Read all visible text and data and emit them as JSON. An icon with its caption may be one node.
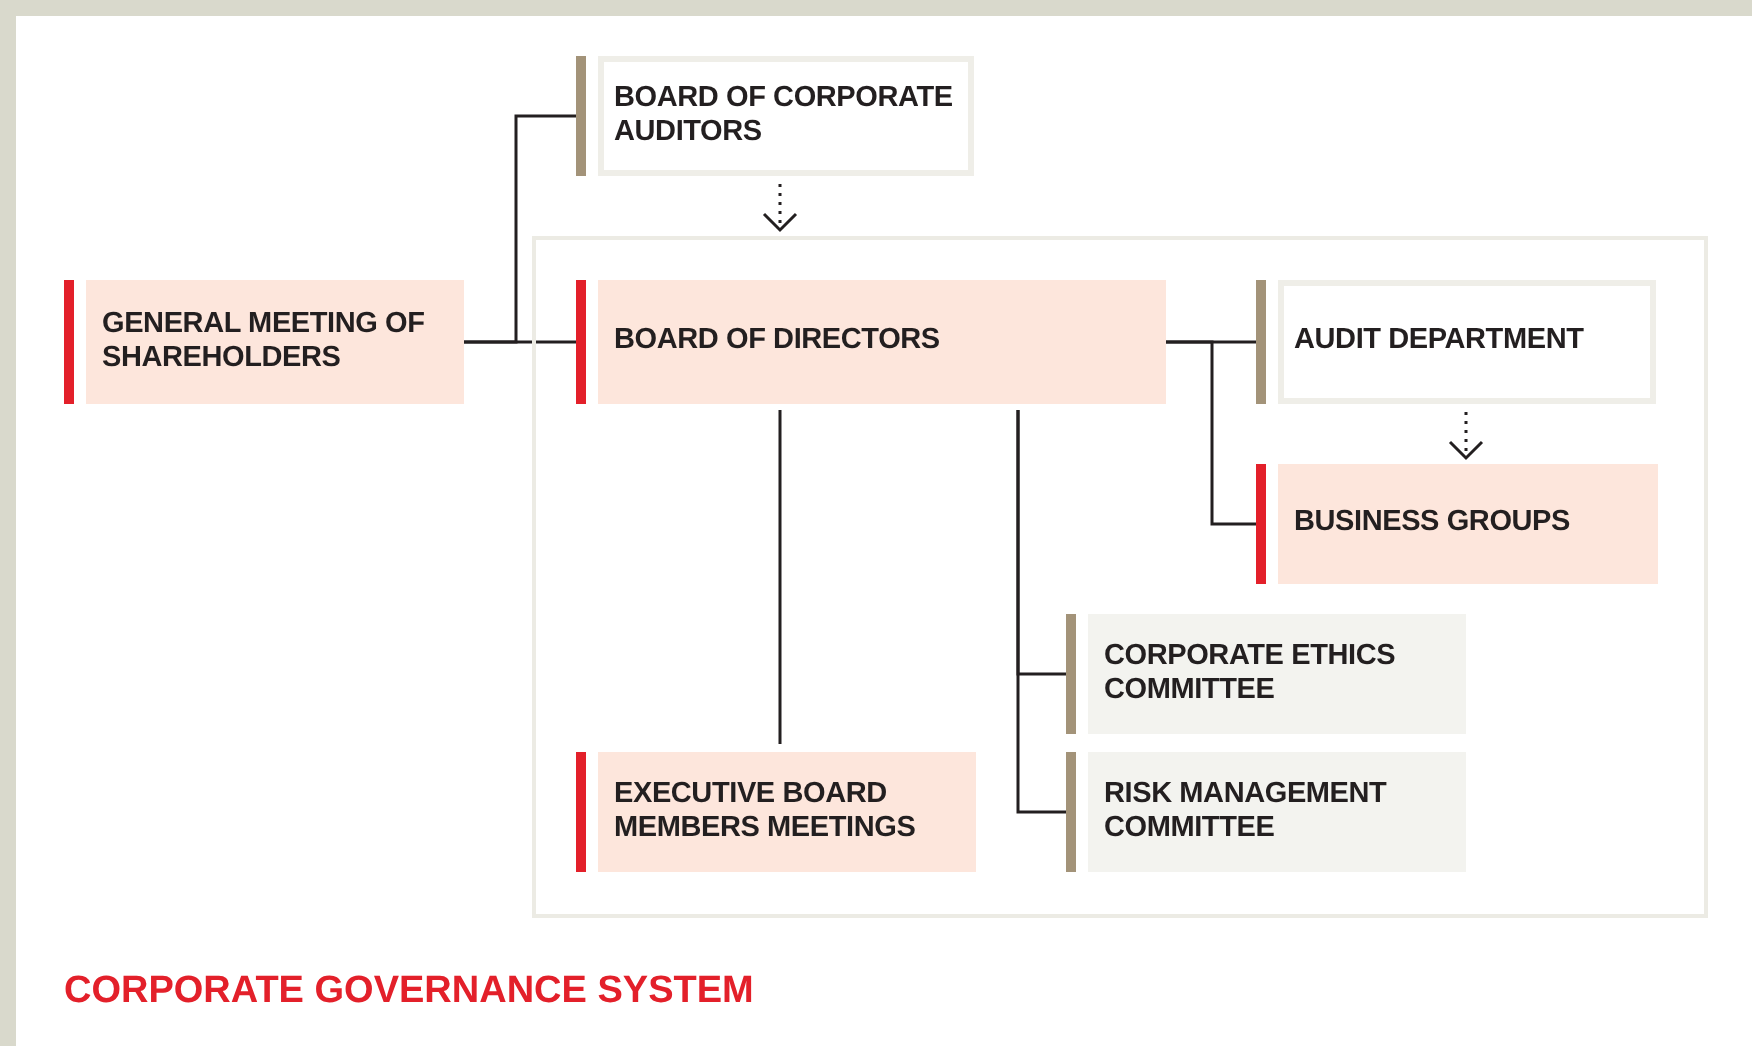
{
  "diagram": {
    "title": "CORPORATE GOVERNANCE SYSTEM",
    "nodes": [
      {
        "text": [
          "GENERAL MEETING OF SHAREHOLDERS"
        ]
      },
      {
        "text": [
          "BOARD OF CORPORATE AUDITORS"
        ]
      },
      {
        "text": [],
        "shape": "box"
      },
      {
        "text": [
          "BOARD OF DIRECTORS"
        ],
        "in": 2
      },
      {
        "text": [
          "AUDIT DEPARTMENT"
        ],
        "in": 2
      },
      {
        "text": [
          "BUSINESS GROUPS"
        ],
        "in": 2
      },
      {
        "text": [
          "CORPORATE ETHICS COMMITTEE"
        ],
        "in": 2
      },
      {
        "text": [
          "RISK MANAGEMENT COMMITTEE"
        ],
        "in": 2
      },
      {
        "text": [
          "EXECUTIVE BOARD MEMBERS MEETINGS"
        ],
        "in": 2
      }
    ],
    "edges": [
      {
        "from": 0,
        "to": 1,
        "arrow": "none"
      },
      {
        "from": 0,
        "to": 3,
        "arrow": "none"
      },
      {
        "from": 1,
        "to": 2,
        "arrow": "to",
        "style": "dashed"
      },
      {
        "from": 3,
        "to": 4,
        "arrow": "none"
      },
      {
        "from": 3,
        "to": 5,
        "arrow": "none"
      },
      {
        "from": 4,
        "to": 5,
        "arrow": "to",
        "style": "dashed"
      },
      {
        "from": 3,
        "to": 8,
        "arrow": "none"
      },
      {
        "from": 3,
        "to": 6,
        "arrow": "none"
      },
      {
        "from": 3,
        "to": 7,
        "arrow": "none"
      }
    ]
  }
}
